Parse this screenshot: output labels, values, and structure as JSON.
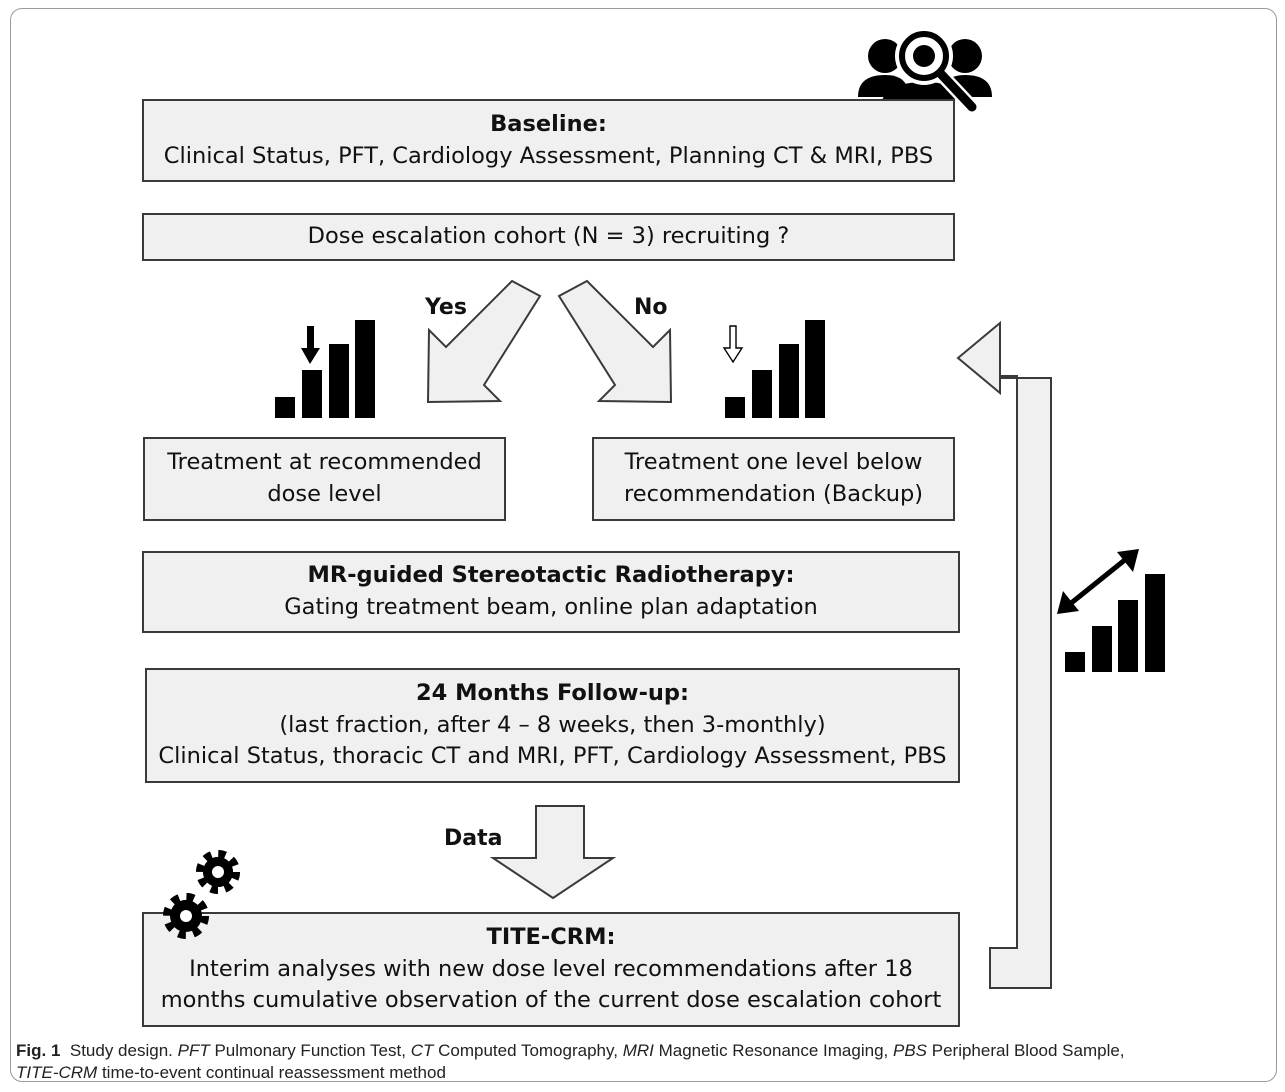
{
  "boxes": {
    "baseline": {
      "title": "Baseline:",
      "text": "Clinical Status, PFT, Cardiology Assessment, Planning CT & MRI, PBS"
    },
    "cohort": {
      "text": "Dose escalation cohort (N = 3) recruiting ?"
    },
    "recommended": {
      "line1": "Treatment at recommended",
      "line2": "dose level"
    },
    "backup": {
      "line1": "Treatment one level below",
      "line2": "recommendation (Backup)"
    },
    "radiotherapy": {
      "title": "MR-guided Stereotactic Radiotherapy:",
      "text": "Gating treatment beam, online plan adaptation"
    },
    "followup": {
      "title": "24 Months Follow-up:",
      "line1": "(last fraction, after 4 – 8 weeks, then 3-monthly)",
      "line2": "Clinical Status, thoracic CT and MRI, PFT, Cardiology Assessment, PBS"
    },
    "titecrm": {
      "title": "TITE-CRM:",
      "line1": "Interim analyses with new dose level recommendations after 18",
      "line2": "months cumulative observation of the current dose escalation cohort"
    }
  },
  "labels": {
    "yes": "Yes",
    "no": "No",
    "data": "Data"
  },
  "icons": [
    "people-search-icon",
    "bar-chart-down-arrow-icon",
    "bar-chart-hollow-arrow-icon",
    "eye-icon",
    "gears-icon",
    "bar-chart-double-arrow-icon"
  ],
  "caption": {
    "fig": "Fig. 1",
    "lead": "Study design.",
    "terms": [
      {
        "abbr": "PFT",
        "full": "Pulmonary Function Test,"
      },
      {
        "abbr": "CT",
        "full": "Computed Tomography,"
      },
      {
        "abbr": "MRI",
        "full": "Magnetic Resonance Imaging,"
      },
      {
        "abbr": "PBS",
        "full": "Peripheral Blood Sample,"
      },
      {
        "abbr": "TITE-CRM",
        "full": "time-to-event continual reassessment method"
      }
    ]
  }
}
